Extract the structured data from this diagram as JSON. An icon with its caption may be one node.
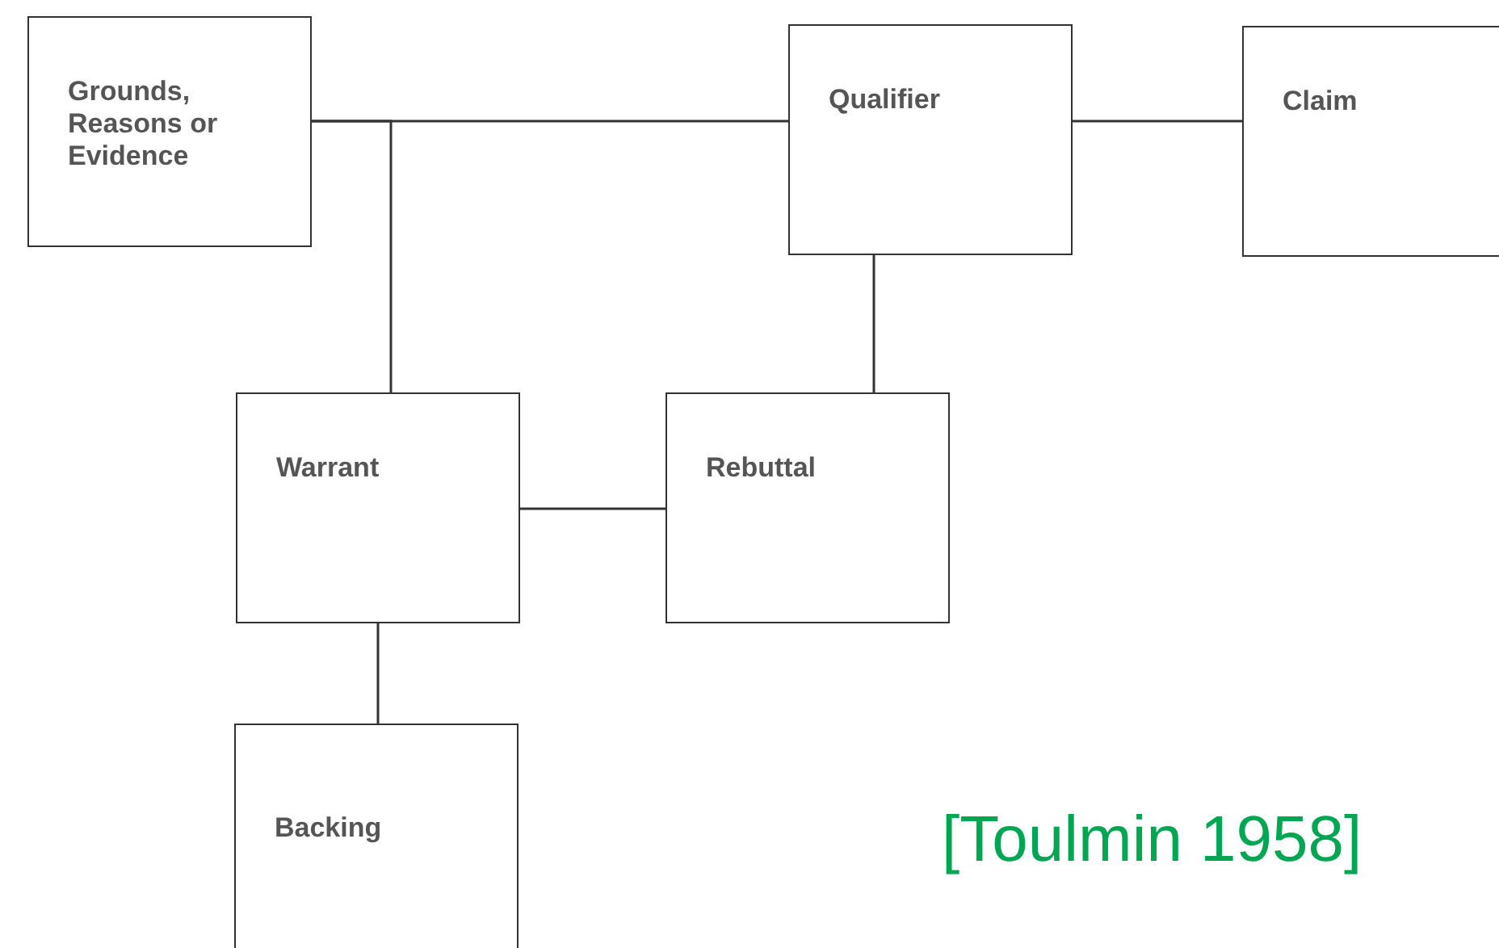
{
  "diagram": {
    "nodes": [
      {
        "text": [
          "Grounds, Reasons or Evidence"
        ]
      },
      {
        "text": [
          "Qualifier"
        ]
      },
      {
        "text": [
          "Claim"
        ]
      },
      {
        "text": [
          "Warrant"
        ]
      },
      {
        "text": [
          "Rebuttal"
        ]
      },
      {
        "text": [
          "Backing"
        ]
      }
    ],
    "edges": [
      {
        "from": 0,
        "to": 1,
        "arrow": "none"
      },
      {
        "from": 1,
        "to": 2,
        "arrow": "none"
      },
      {
        "from": 0,
        "to": 3,
        "arrow": "none"
      },
      {
        "from": 1,
        "to": 4,
        "arrow": "none"
      },
      {
        "from": 3,
        "to": 4,
        "arrow": "none"
      },
      {
        "from": 3,
        "to": 5,
        "arrow": "none"
      }
    ],
    "labels": [
      "[Toulmin 1958]"
    ]
  }
}
